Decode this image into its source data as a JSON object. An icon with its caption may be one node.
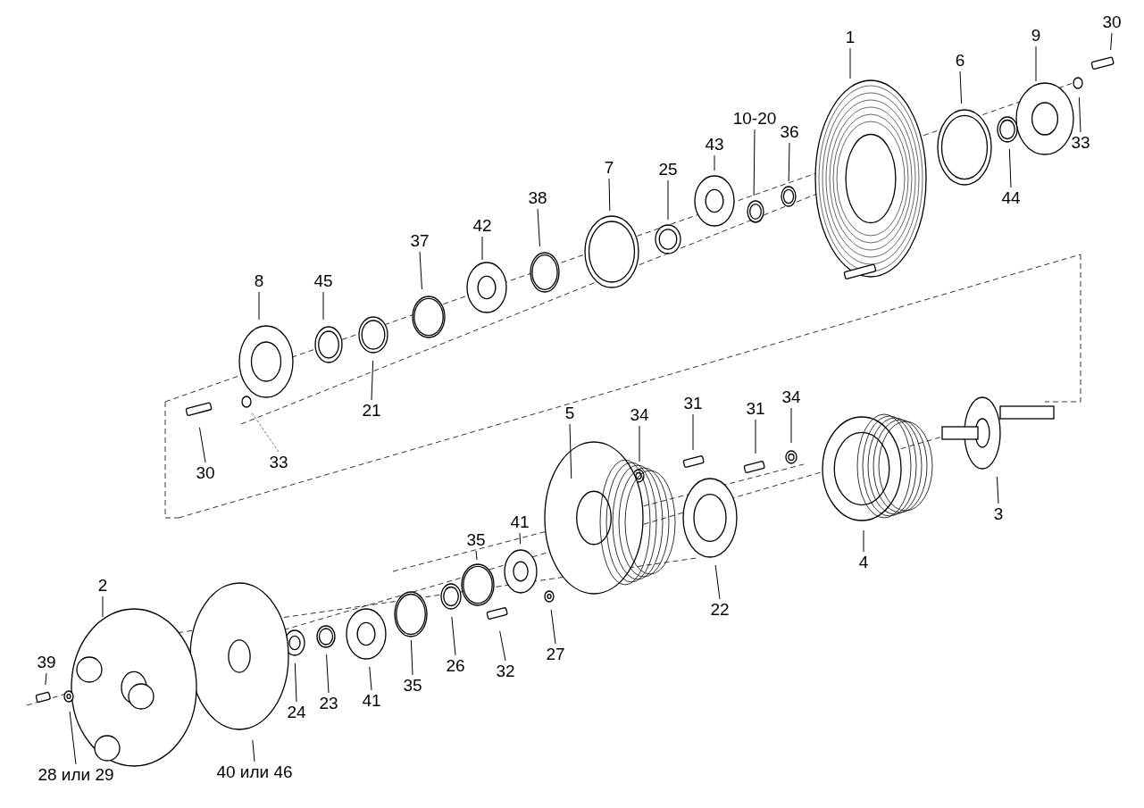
{
  "diagram": {
    "nodes": [
      {
        "text": [
          "30"
        ]
      },
      {
        "text": [
          "9"
        ]
      },
      {
        "text": [
          "1"
        ]
      },
      {
        "text": [
          "6"
        ]
      },
      {
        "text": [
          "10-20"
        ]
      },
      {
        "text": [
          "36"
        ]
      },
      {
        "text": [
          "33"
        ]
      },
      {
        "text": [
          "43"
        ]
      },
      {
        "text": [
          "25"
        ]
      },
      {
        "text": [
          "7"
        ]
      },
      {
        "text": [
          "42"
        ]
      },
      {
        "text": [
          "44"
        ]
      },
      {
        "text": [
          "38"
        ]
      },
      {
        "text": [
          "37"
        ]
      },
      {
        "text": [
          "8"
        ]
      },
      {
        "text": [
          "45"
        ]
      },
      {
        "text": [
          "34"
        ]
      },
      {
        "text": [
          "31"
        ]
      },
      {
        "text": [
          "31"
        ]
      },
      {
        "text": [
          "21"
        ]
      },
      {
        "text": [
          "34"
        ]
      },
      {
        "text": [
          "5"
        ]
      },
      {
        "text": [
          "33"
        ]
      },
      {
        "text": [
          "30"
        ]
      },
      {
        "text": [
          "3"
        ]
      },
      {
        "text": [
          "41"
        ]
      },
      {
        "text": [
          "35"
        ]
      },
      {
        "text": [
          "4"
        ]
      },
      {
        "text": [
          "2"
        ]
      },
      {
        "text": [
          "22"
        ]
      },
      {
        "text": [
          "27"
        ]
      },
      {
        "text": [
          "39"
        ]
      },
      {
        "text": [
          "26"
        ]
      },
      {
        "text": [
          "32"
        ]
      },
      {
        "text": [
          "35"
        ]
      },
      {
        "text": [
          "41"
        ]
      },
      {
        "text": [
          "23"
        ]
      },
      {
        "text": [
          "24"
        ]
      },
      {
        "text": [
          "40 или 46"
        ]
      },
      {
        "text": [
          "28 или 29"
        ]
      }
    ],
    "edges": [
      {
        "from": 0,
        "to": null,
        "arrow": "none"
      },
      {
        "from": 1,
        "to": null,
        "arrow": "none"
      },
      {
        "from": 2,
        "to": null,
        "arrow": "none"
      },
      {
        "from": 3,
        "to": null,
        "arrow": "none"
      },
      {
        "from": 4,
        "to": null,
        "arrow": "none"
      },
      {
        "from": 5,
        "to": null,
        "arrow": "none"
      },
      {
        "from": 6,
        "to": null,
        "arrow": "none"
      },
      {
        "from": 7,
        "to": null,
        "arrow": "none"
      },
      {
        "from": 8,
        "to": null,
        "arrow": "none"
      },
      {
        "from": 9,
        "to": null,
        "arrow": "none"
      },
      {
        "from": 10,
        "to": null,
        "arrow": "none"
      },
      {
        "from": 11,
        "to": null,
        "arrow": "none"
      },
      {
        "from": 12,
        "to": null,
        "arrow": "none"
      },
      {
        "from": 13,
        "to": null,
        "arrow": "none"
      },
      {
        "from": 14,
        "to": null,
        "arrow": "none"
      },
      {
        "from": 15,
        "to": null,
        "arrow": "none"
      },
      {
        "from": 16,
        "to": null,
        "arrow": "none"
      },
      {
        "from": 17,
        "to": null,
        "arrow": "none"
      },
      {
        "from": 18,
        "to": null,
        "arrow": "none"
      },
      {
        "from": 19,
        "to": null,
        "arrow": "none"
      },
      {
        "from": 20,
        "to": null,
        "arrow": "none"
      },
      {
        "from": 21,
        "to": null,
        "arrow": "none"
      },
      {
        "from": 22,
        "to": null,
        "arrow": "none",
        "style": "dashed",
        "color": "#777777"
      },
      {
        "from": 23,
        "to": null,
        "arrow": "none"
      },
      {
        "from": 24,
        "to": null,
        "arrow": "none"
      },
      {
        "from": 25,
        "to": null,
        "arrow": "none"
      },
      {
        "from": 26,
        "to": null,
        "arrow": "none"
      },
      {
        "from": 27,
        "to": null,
        "arrow": "none"
      },
      {
        "from": 28,
        "to": null,
        "arrow": "none"
      },
      {
        "from": 29,
        "to": null,
        "arrow": "none"
      },
      {
        "from": 30,
        "to": null,
        "arrow": "none"
      },
      {
        "from": 31,
        "to": null,
        "arrow": "none"
      },
      {
        "from": 32,
        "to": null,
        "arrow": "none"
      },
      {
        "from": 33,
        "to": null,
        "arrow": "none"
      },
      {
        "from": 34,
        "to": null,
        "arrow": "none"
      },
      {
        "from": 35,
        "to": null,
        "arrow": "none"
      },
      {
        "from": 36,
        "to": null,
        "arrow": "none"
      },
      {
        "from": 37,
        "to": null,
        "arrow": "none"
      },
      {
        "from": 38,
        "to": null,
        "arrow": "none"
      },
      {
        "from": 39,
        "to": null,
        "arrow": "none"
      }
    ]
  }
}
